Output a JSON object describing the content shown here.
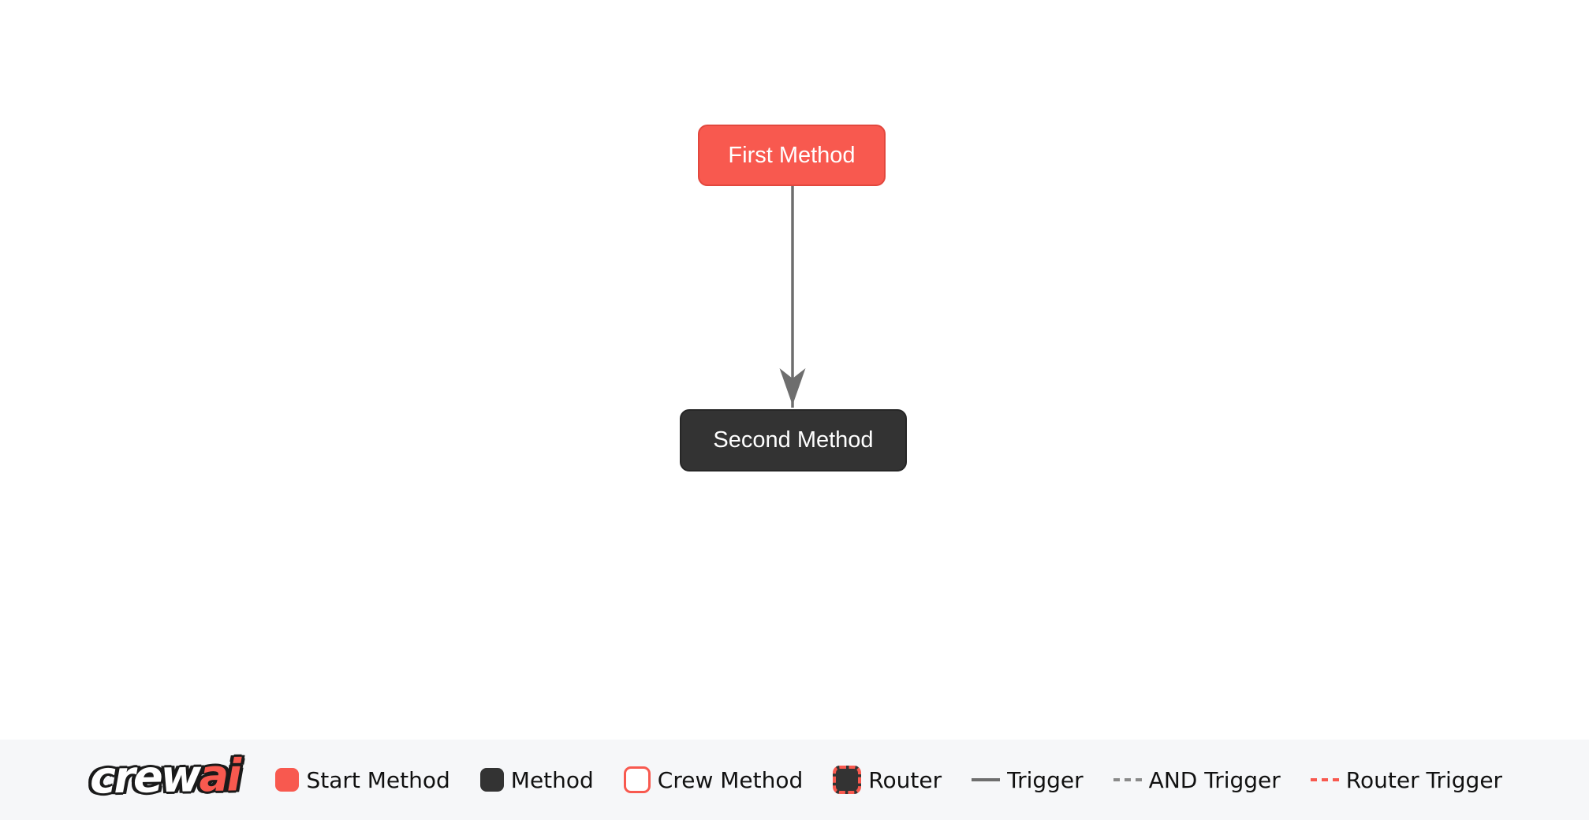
{
  "diagram": {
    "nodes": [
      {
        "id": "first_method",
        "label": "First Method",
        "type": "start_method",
        "fill": "#F8594F",
        "border": "#E2473D",
        "text_color": "#FFFFFF"
      },
      {
        "id": "second_method",
        "label": "Second Method",
        "type": "method",
        "fill": "#333333",
        "border": "#262626",
        "text_color": "#FFFFFF"
      }
    ],
    "edges": [
      {
        "from": "first_method",
        "to": "second_method",
        "type": "trigger",
        "color": "#6E6E6E"
      }
    ]
  },
  "legend": {
    "logo": {
      "part1": "crew",
      "part2": "ai"
    },
    "items": [
      {
        "label": "Start Method",
        "swatch": "start-method-swatch"
      },
      {
        "label": "Method",
        "swatch": "method-swatch"
      },
      {
        "label": "Crew Method",
        "swatch": "crew-method-swatch"
      },
      {
        "label": "Router",
        "swatch": "router-swatch"
      },
      {
        "label": "Trigger",
        "swatch": "trigger-line-swatch"
      },
      {
        "label": "AND Trigger",
        "swatch": "and-trigger-line-swatch"
      },
      {
        "label": "Router Trigger",
        "swatch": "router-trigger-line-swatch"
      }
    ]
  },
  "colors": {
    "accent_red": "#F8594F",
    "node_dark": "#333333",
    "edge_gray": "#6E6E6E",
    "legend_background": "#F6F7F9"
  }
}
